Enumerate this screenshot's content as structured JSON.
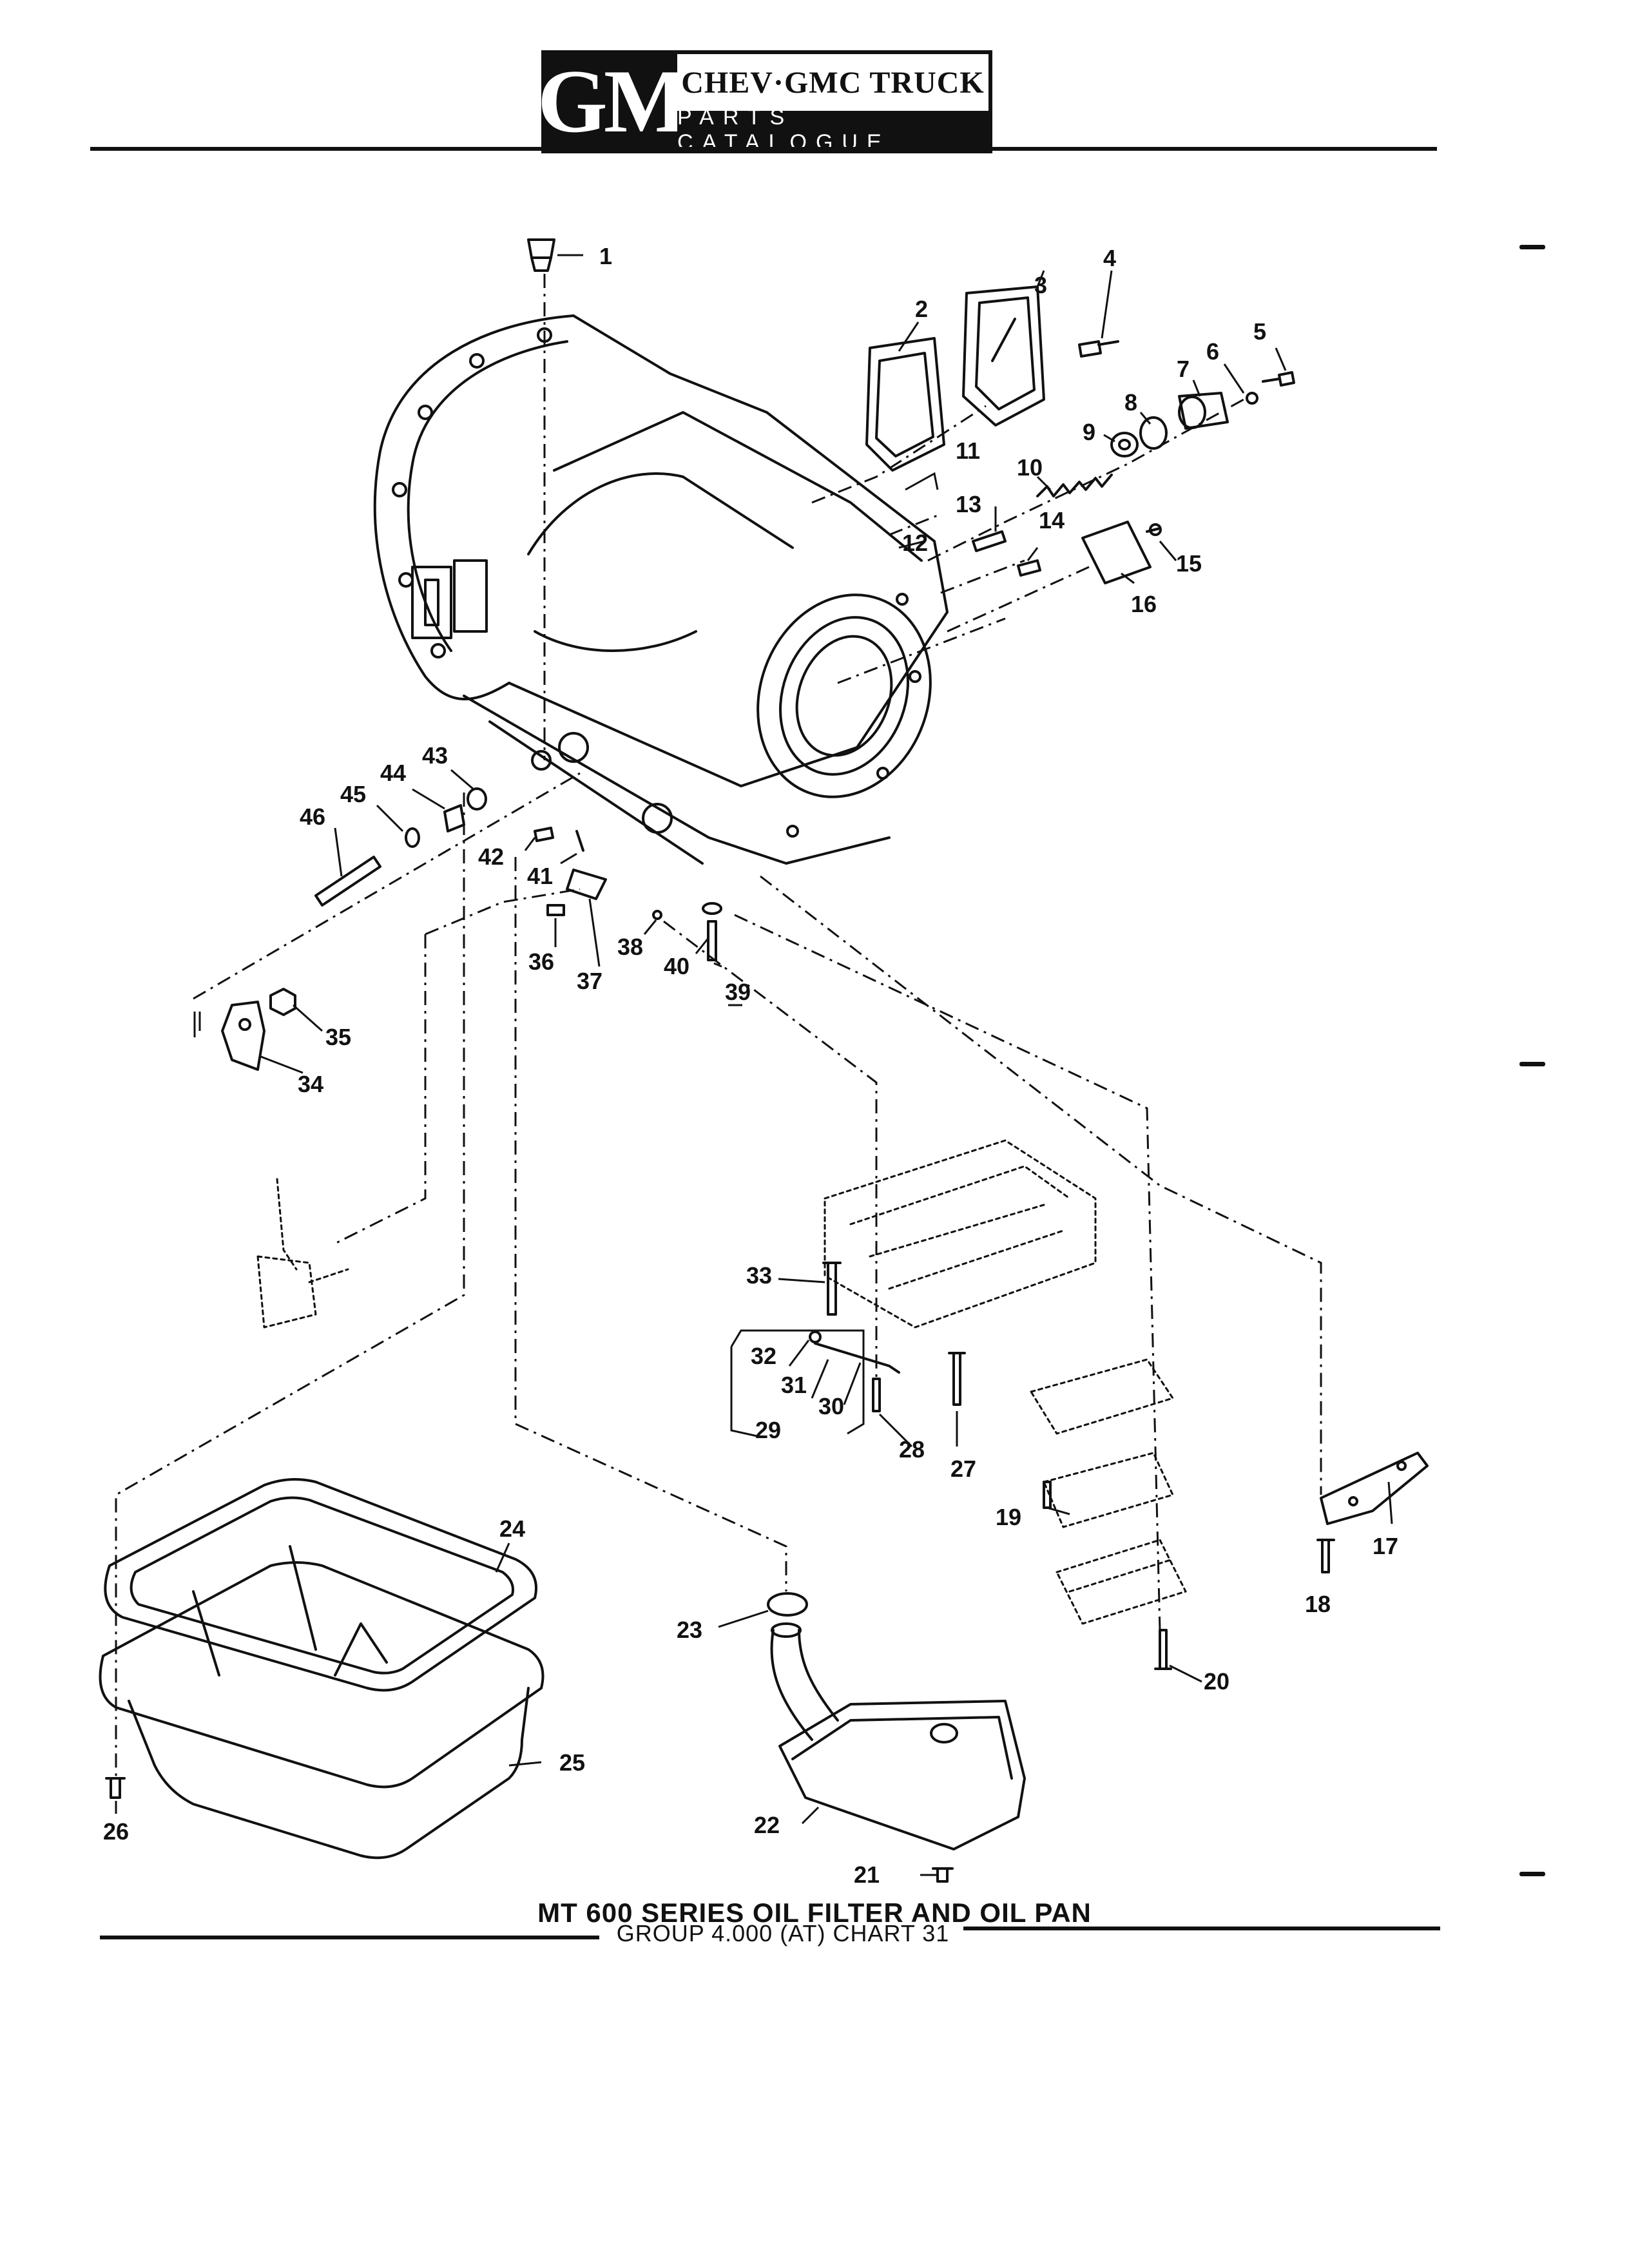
{
  "header": {
    "logo": "GM",
    "brand": "CHEV·GMC TRUCK",
    "catalogue": "PARTS CATALOGUE"
  },
  "diagram": {
    "callouts": [
      "1",
      "2",
      "3",
      "4",
      "5",
      "6",
      "7",
      "8",
      "9",
      "10",
      "11",
      "12",
      "13",
      "14",
      "15",
      "16",
      "17",
      "18",
      "19",
      "20",
      "21",
      "22",
      "23",
      "24",
      "25",
      "26",
      "27",
      "28",
      "29",
      "30",
      "31",
      "32",
      "33",
      "34",
      "35",
      "36",
      "37",
      "38",
      "39",
      "40",
      "41",
      "42",
      "43",
      "44",
      "45",
      "46"
    ]
  },
  "footer": {
    "figure_title": "MT 600 SERIES OIL FILTER AND OIL PAN",
    "chart_reference": "GROUP 4.000 (AT) CHART 31"
  }
}
